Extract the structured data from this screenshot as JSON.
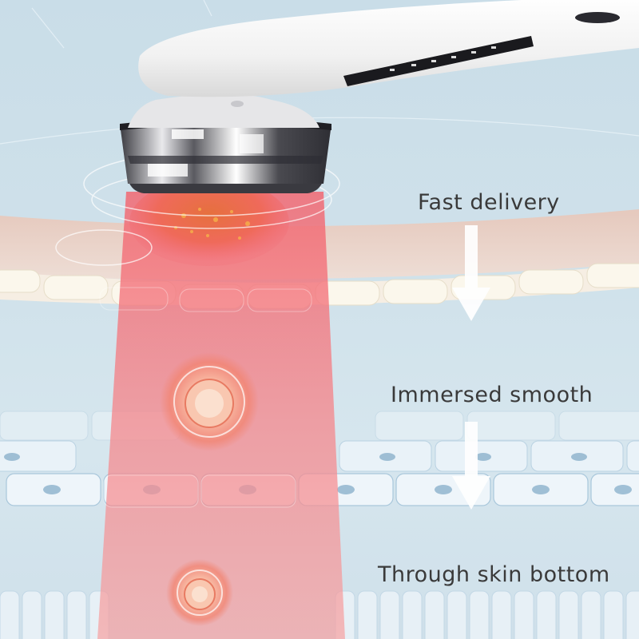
{
  "labels": {
    "step_1": "Fast delivery",
    "step_2": "Immersed smooth",
    "step_3": "Through skin bottom"
  },
  "colors": {
    "background": "#cfe1ea",
    "beam": "#f0606a",
    "device_body": "#f4f4f4",
    "device_head": "#6e6e74",
    "arrow": "#ffffff",
    "text": "#3a3a3a"
  },
  "icons": {
    "device": "beauty-device-icon",
    "arrow": "down-arrow-icon",
    "particle": "glowing-particle-icon"
  }
}
